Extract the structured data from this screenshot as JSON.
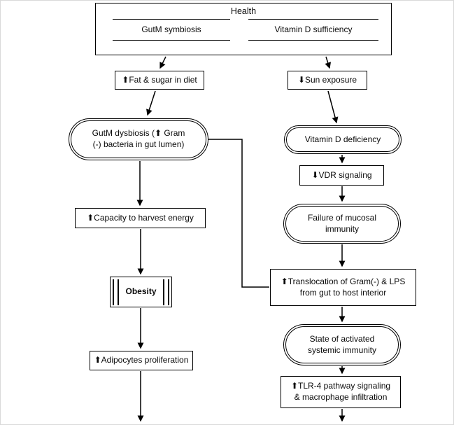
{
  "header": {
    "title": "Health",
    "left_branch_label": "GutM symbiosis",
    "right_branch_label": "Vitamin D sufficiency"
  },
  "left": {
    "fat_sugar": "⬆Fat & sugar in diet",
    "dysbiosis": [
      "GutM dysbiosis (⬆ Gram",
      "(-) bacteria in gut lumen)"
    ],
    "capacity": "⬆Capacity to harvest energy",
    "obesity": "Obesity",
    "adipocytes": "⬆Adipocytes proliferation"
  },
  "right": {
    "sun": "⬇Sun exposure",
    "vitd": "Vitamin D deficiency",
    "vdr": "⬇VDR signaling",
    "mucosal": [
      "Failure of mucosal",
      "immunity"
    ],
    "translocation": [
      "⬆Translocation of Gram(-) & LPS",
      "from gut to host interior"
    ],
    "systemic": [
      "State of activated",
      "systemic immunity"
    ],
    "tlr4": [
      "⬆TLR-4 pathway signaling",
      "& macrophage infiltration"
    ]
  },
  "colors": {
    "line": "#000000",
    "background": "#ffffff"
  }
}
